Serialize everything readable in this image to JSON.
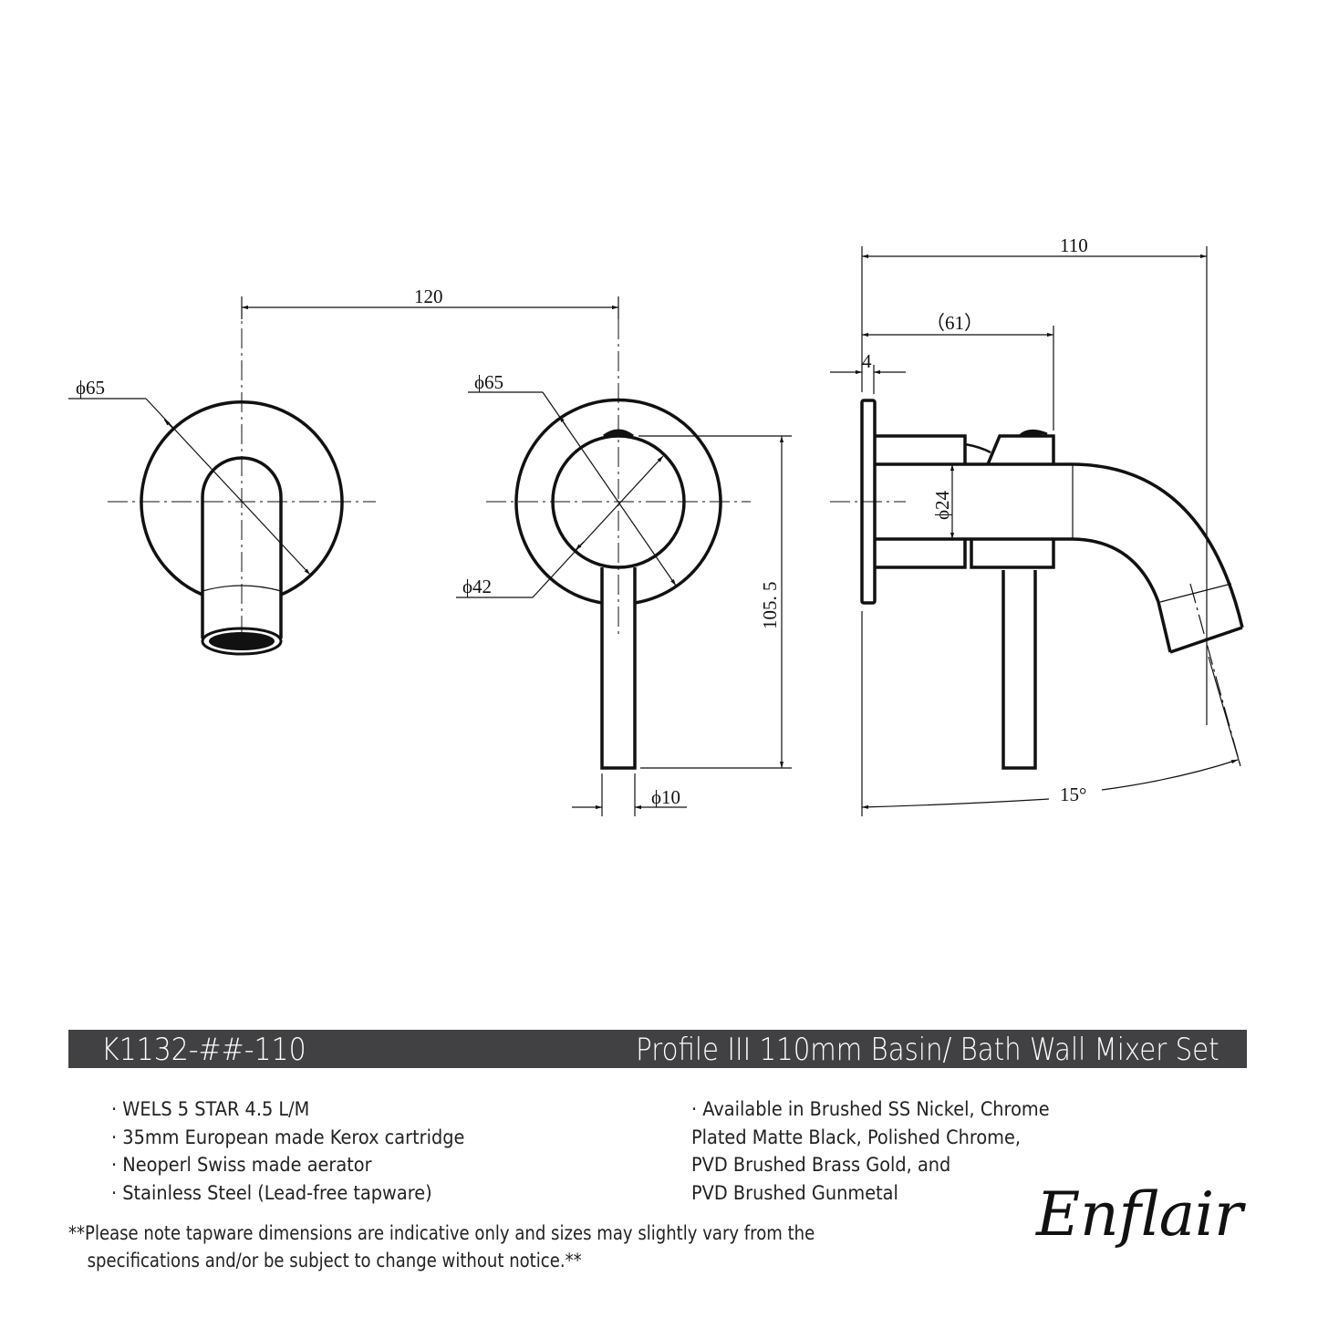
{
  "drawing": {
    "front_spout_view": {
      "diameter_label": "ϕ65"
    },
    "front_mixer_view": {
      "outer_diameter_label": "ϕ65",
      "inner_diameter_label": "ϕ42",
      "height_label": "105. 5",
      "lever_diameter_label": "ϕ10"
    },
    "centre_distance_label": "120",
    "side_view": {
      "projection_label": "110",
      "body_length_label": "（61）",
      "plate_thickness_label": "4",
      "body_diameter_label": "ϕ24",
      "spout_angle_label": "15°"
    }
  },
  "banner": {
    "product_code": "K1132-##-110",
    "product_title": "Profile III  110mm Basin/ Bath Wall Mixer Set",
    "background_color": "#414042",
    "text_color": "#ffffff"
  },
  "features": [
    "· WELS 5 STAR 4.5 L/M",
    "· 35mm European made Kerox cartridge",
    "· Neoperl Swiss made aerator",
    "· Stainless Steel (Lead-free tapware)"
  ],
  "finishes": [
    "· Available in Brushed SS Nickel, Chrome",
    "Plated Matte Black, Polished Chrome,",
    "PVD Brushed Brass Gold, and",
    "PVD Brushed Gunmetal"
  ],
  "disclaimer": {
    "line1": "**Please note tapware dimensions are indicative only and sizes may slightly vary from the",
    "line2": "specifications and/or be subject to change without notice.**"
  },
  "brand": {
    "logo_text": "Enflair"
  }
}
